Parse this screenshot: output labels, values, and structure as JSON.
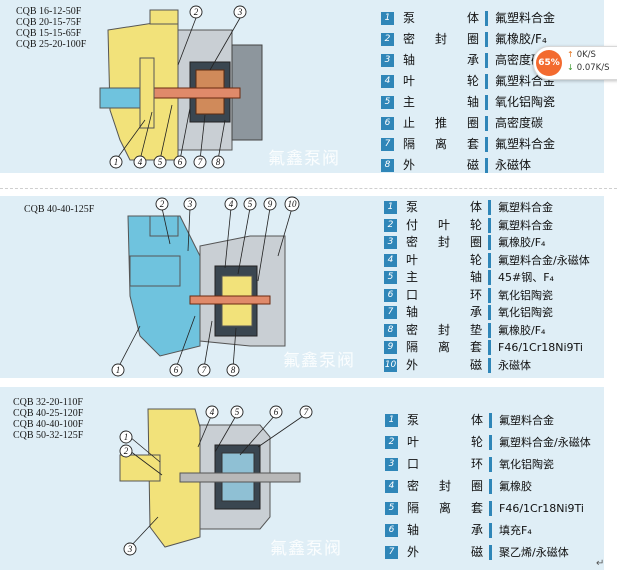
{
  "panel1": {
    "models": [
      "CQB 16-12-50F",
      "CQB 20-15-75F",
      "CQB 15-15-65F",
      "CQB 25-20-100F"
    ],
    "callouts": [
      "1",
      "2",
      "3",
      "4",
      "5",
      "6",
      "7",
      "8"
    ],
    "parts": [
      {
        "num": "1",
        "name": "泵体",
        "material": "氟塑料合金"
      },
      {
        "num": "2",
        "name": "密封圈",
        "material": "氟橡胶/F₄"
      },
      {
        "num": "3",
        "name": "轴承",
        "material": "高密度碳"
      },
      {
        "num": "4",
        "name": "叶轮",
        "material": "氟塑料合金"
      },
      {
        "num": "5",
        "name": "主轴",
        "material": "氧化铝陶瓷"
      },
      {
        "num": "6",
        "name": "止推圈",
        "material": "高密度碳"
      },
      {
        "num": "7",
        "name": "隔离套",
        "material": "氟塑料合金"
      },
      {
        "num": "8",
        "name": "外磁",
        "material": "永磁体"
      }
    ],
    "watermark": "氟鑫泵阀"
  },
  "panel2": {
    "models": [
      "CQB 40-40-125F"
    ],
    "callouts": [
      "1",
      "2",
      "3",
      "4",
      "5",
      "6",
      "7",
      "8",
      "9",
      "10"
    ],
    "parts": [
      {
        "num": "1",
        "name": "泵体",
        "material": "氟塑料合金"
      },
      {
        "num": "2",
        "name": "付叶轮",
        "material": "氟塑料合金"
      },
      {
        "num": "3",
        "name": "密封圈",
        "material": "氟橡胶/F₄"
      },
      {
        "num": "4",
        "name": "叶轮",
        "material": "氟塑料合金/永磁体"
      },
      {
        "num": "5",
        "name": "主轴",
        "material": "45#钢、F₄"
      },
      {
        "num": "6",
        "name": "口环",
        "material": "氧化铝陶瓷"
      },
      {
        "num": "7",
        "name": "轴承",
        "material": "氧化铝陶瓷"
      },
      {
        "num": "8",
        "name": "密封垫",
        "material": "氟橡胶/F₄"
      },
      {
        "num": "9",
        "name": "隔离套",
        "material": "F46/1Cr18Ni9Ti"
      },
      {
        "num": "10",
        "name": "外磁",
        "material": "永磁体"
      }
    ],
    "watermark": "氟鑫泵阀"
  },
  "panel3": {
    "models": [
      "CQB 32-20-110F",
      "CQB 40-25-120F",
      "CQB 40-40-100F",
      "CQB 50-32-125F"
    ],
    "callouts": [
      "1",
      "2",
      "3",
      "4",
      "5",
      "6",
      "7"
    ],
    "parts": [
      {
        "num": "1",
        "name": "泵体",
        "material": "氟塑料合金"
      },
      {
        "num": "2",
        "name": "叶轮",
        "material": "氟塑料合金/永磁体"
      },
      {
        "num": "3",
        "name": "口环",
        "material": "氧化铝陶瓷"
      },
      {
        "num": "4",
        "name": "密封圈",
        "material": "氟橡胶"
      },
      {
        "num": "5",
        "name": "隔离套",
        "material": "F46/1Cr18Ni9Ti"
      },
      {
        "num": "6",
        "name": "轴承",
        "material": "填充F₄"
      },
      {
        "num": "7",
        "name": "外磁",
        "material": "聚乙烯/永磁体"
      }
    ],
    "watermark": "氟鑫泵阀"
  },
  "net_widget": {
    "percent": "65%",
    "upload": "0K/S",
    "download": "0.07K/S",
    "badge_color": "#f36a2f"
  },
  "colors": {
    "panel_bg": "#dfeef6",
    "accent": "#2f86b8",
    "yellow_part": "#f2e27a",
    "blue_part": "#6fc3de",
    "gray_part": "#8d969d"
  }
}
